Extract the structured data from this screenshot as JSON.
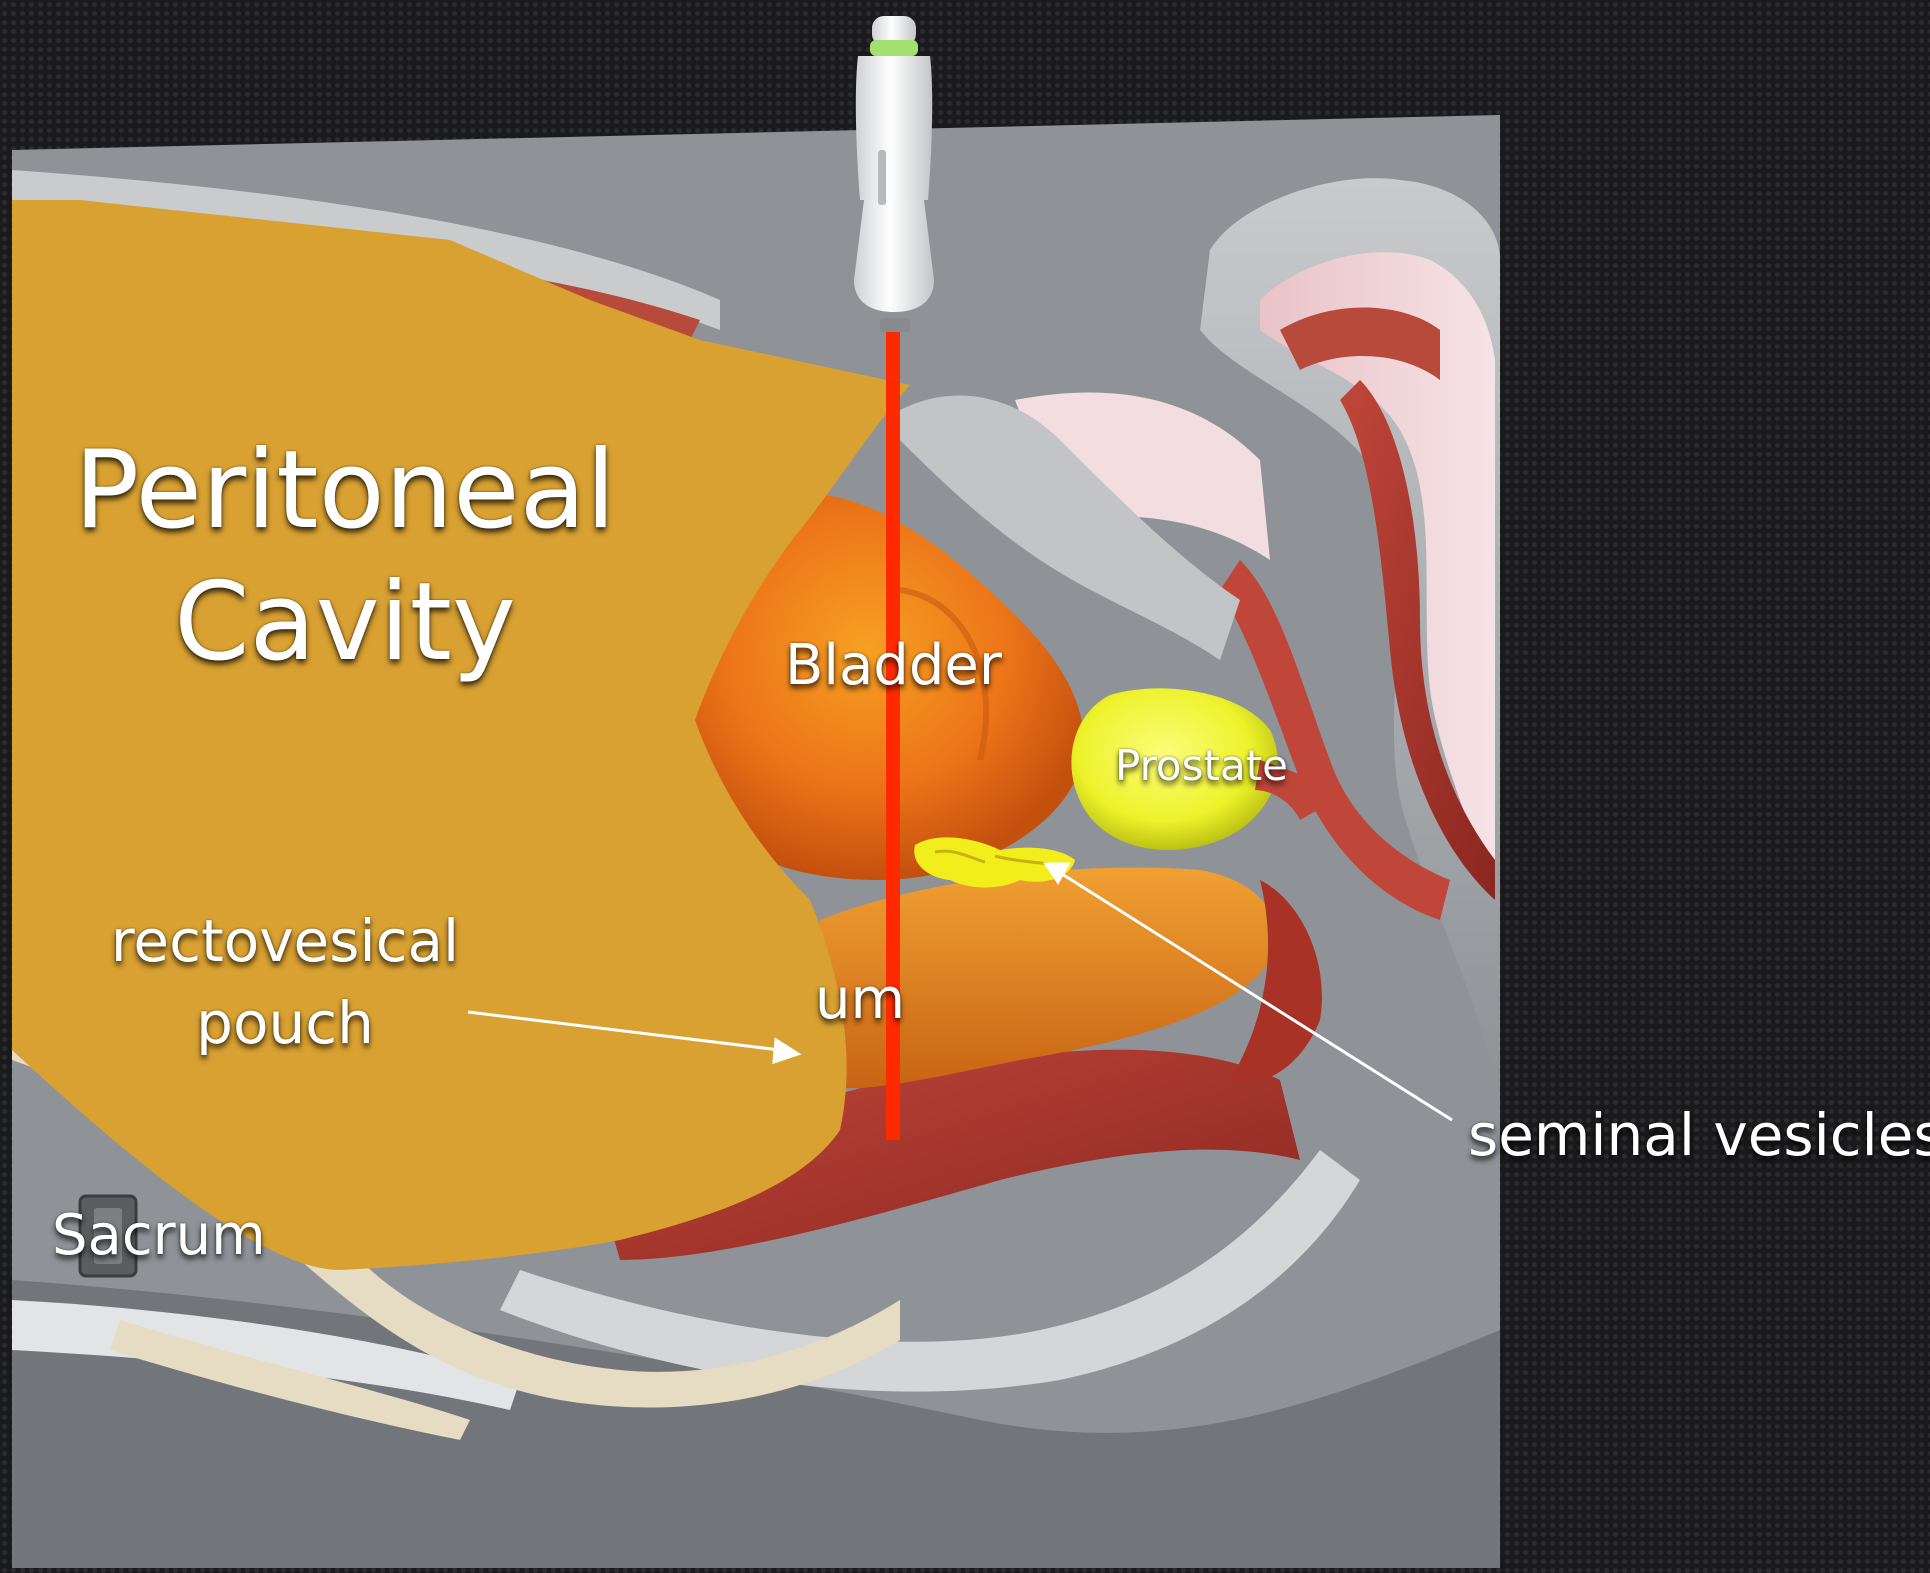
{
  "labels": {
    "peritoneal_line1": "Peritoneal",
    "peritoneal_line2": "Cavity",
    "bladder": "Bladder",
    "prostate": "Prostate",
    "pouch_line1": "rectovesical",
    "pouch_line2": "pouch",
    "rectum": "um",
    "seminal_vesicles": "seminal vesicles",
    "sacrum": "Sacrum"
  },
  "colors": {
    "background": "#1a1a1c",
    "peritoneal_cavity": "#d9a132",
    "bladder": "#ec7418",
    "prostate": "#eef22a",
    "seminal_vesicles": "#f2ee1c",
    "rectum": "#e3841c",
    "muscle": "#a83226",
    "bone": "#e6dcc4",
    "tissue_grey": "#b4b6b8",
    "ultrasound_beam": "#ff2a00",
    "probe": "#f2f2f2",
    "probe_tip": "#a4e070"
  },
  "icons": {
    "probe": "ultrasound-probe-icon",
    "scale": "scale-icon"
  }
}
